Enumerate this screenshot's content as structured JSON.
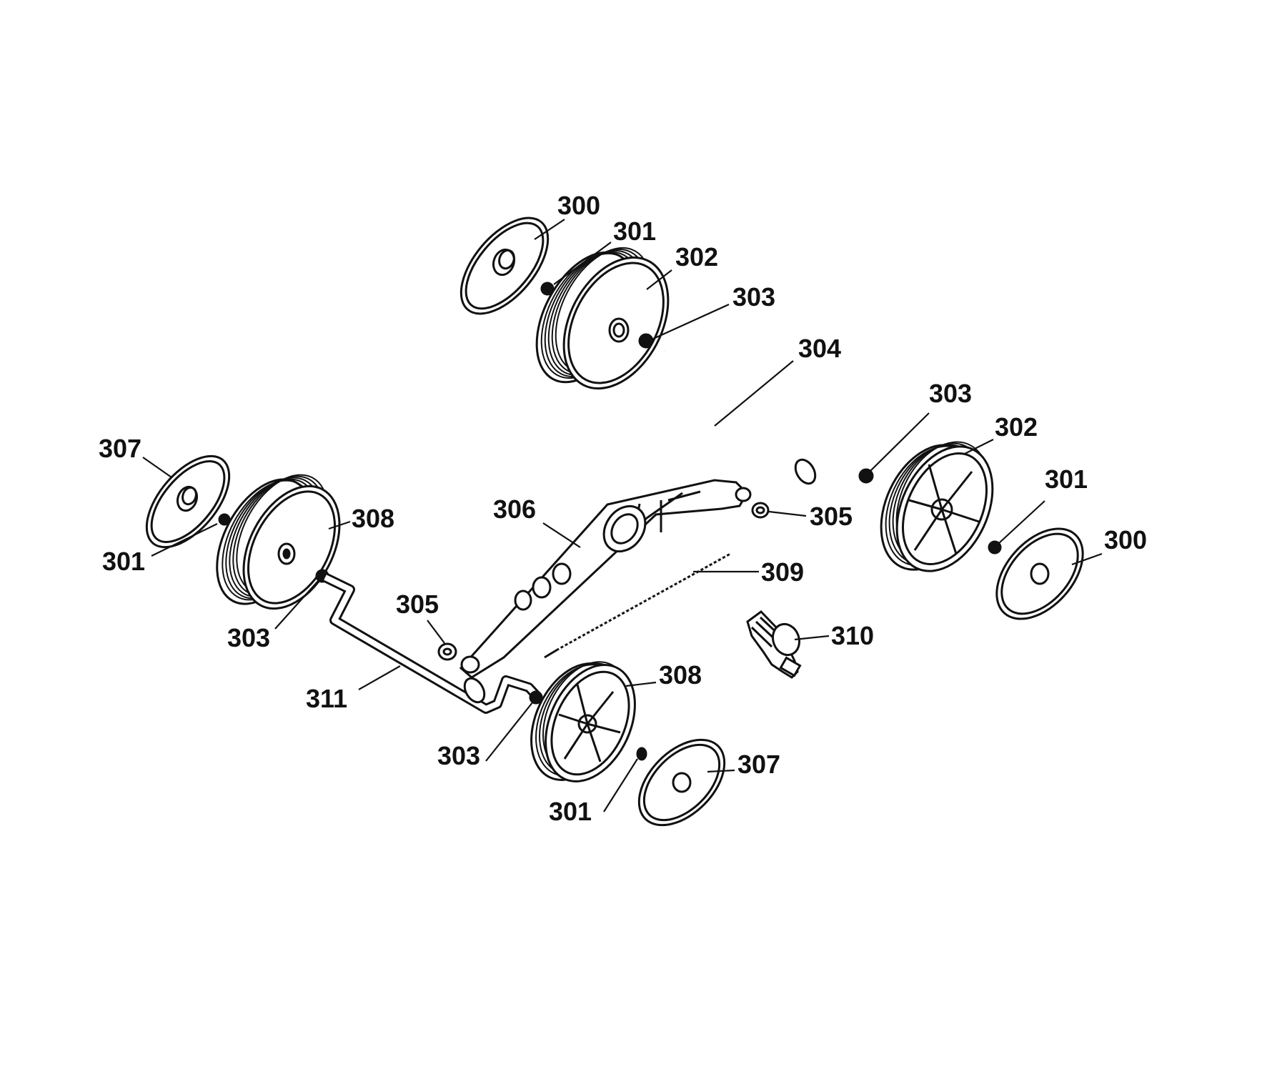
{
  "diagram": {
    "type": "exploded-parts-view",
    "line_color": "#111111",
    "background": "#ffffff",
    "callouts": [
      {
        "id": "c-300-top",
        "label": "300"
      },
      {
        "id": "c-301-top",
        "label": "301"
      },
      {
        "id": "c-302-top",
        "label": "302"
      },
      {
        "id": "c-303-top",
        "label": "303"
      },
      {
        "id": "c-304",
        "label": "304"
      },
      {
        "id": "c-303-right",
        "label": "303"
      },
      {
        "id": "c-302-right",
        "label": "302"
      },
      {
        "id": "c-301-right",
        "label": "301"
      },
      {
        "id": "c-300-right",
        "label": "300"
      },
      {
        "id": "c-305-right",
        "label": "305"
      },
      {
        "id": "c-306",
        "label": "306"
      },
      {
        "id": "c-309",
        "label": "309"
      },
      {
        "id": "c-310",
        "label": "310"
      },
      {
        "id": "c-307-left",
        "label": "307"
      },
      {
        "id": "c-301-left",
        "label": "301"
      },
      {
        "id": "c-308-left",
        "label": "308"
      },
      {
        "id": "c-303-left",
        "label": "303"
      },
      {
        "id": "c-305-left",
        "label": "305"
      },
      {
        "id": "c-311",
        "label": "311"
      },
      {
        "id": "c-308-bottom",
        "label": "308"
      },
      {
        "id": "c-303-bottom",
        "label": "303"
      },
      {
        "id": "c-307-bottom",
        "label": "307"
      },
      {
        "id": "c-301-bottom",
        "label": "301"
      }
    ]
  }
}
